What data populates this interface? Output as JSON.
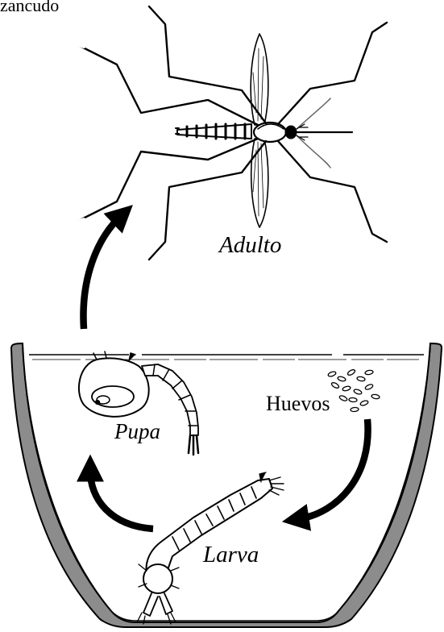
{
  "diagram": {
    "title_fragment": "zancudo",
    "stages": {
      "adult": "Adulto",
      "pupa": "Pupa",
      "eggs": "Huevos",
      "larva": "Larva"
    },
    "colors": {
      "ink": "#000000",
      "container_fill": "#8c8c8c",
      "background": "#ffffff"
    }
  }
}
